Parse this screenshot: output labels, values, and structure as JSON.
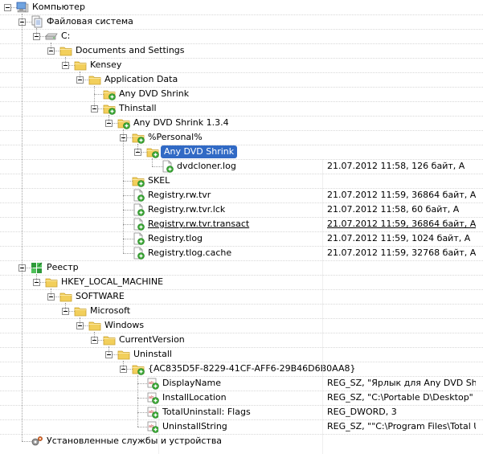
{
  "tree": [
    {
      "label": "Компьютер",
      "icon": "computer-icon",
      "level": 0,
      "expander": true
    },
    {
      "label": "Файловая система",
      "icon": "filesystem-icon",
      "level": 1,
      "expander": true
    },
    {
      "label": "C:",
      "icon": "drive-icon",
      "level": 2,
      "expander": true
    },
    {
      "label": "Documents and Settings",
      "icon": "folder-icon",
      "level": 3,
      "expander": true
    },
    {
      "label": "Kensey",
      "icon": "folder-icon",
      "level": 4,
      "expander": true
    },
    {
      "label": "Application Data",
      "icon": "folder-icon",
      "level": 5,
      "expander": true
    },
    {
      "label": "Any DVD Shrink",
      "icon": "folder-add-icon",
      "level": 6,
      "expander": false
    },
    {
      "label": "Thinstall",
      "icon": "folder-add-icon",
      "level": 6,
      "expander": true
    },
    {
      "label": "Any DVD Shrink 1.3.4",
      "icon": "folder-add-icon",
      "level": 7,
      "expander": true
    },
    {
      "label": "%Personal%",
      "icon": "folder-add-icon",
      "level": 8,
      "expander": true
    },
    {
      "label": "Any DVD Shrink",
      "icon": "folder-add-icon",
      "level": 9,
      "expander": true,
      "selected": true
    },
    {
      "label": "dvdcloner.log",
      "icon": "file-add-icon",
      "level": 10,
      "expander": false,
      "value": "21.07.2012 11:58, 126 байт, A"
    },
    {
      "label": "SKEL",
      "icon": "folder-add-icon",
      "level": 8,
      "expander": false
    },
    {
      "label": "Registry.rw.tvr",
      "icon": "file-add-icon",
      "level": 8,
      "expander": false,
      "value": "21.07.2012 11:59, 36864 байт, A"
    },
    {
      "label": "Registry.rw.tvr.lck",
      "icon": "file-add-icon",
      "level": 8,
      "expander": false,
      "value": "21.07.2012 11:58, 60 байт, A"
    },
    {
      "label": "Registry.rw.tvr.transact",
      "icon": "file-add-icon",
      "level": 8,
      "expander": false,
      "value": "21.07.2012 11:59, 36864 байт, A",
      "underline": true
    },
    {
      "label": "Registry.tlog",
      "icon": "file-add-icon",
      "level": 8,
      "expander": false,
      "value": "21.07.2012 11:59, 1024 байт, A"
    },
    {
      "label": "Registry.tlog.cache",
      "icon": "file-add-icon",
      "level": 8,
      "expander": false,
      "value": "21.07.2012 11:59, 32768 байт, A"
    },
    {
      "label": "Реестр",
      "icon": "registry-icon",
      "level": 1,
      "expander": true
    },
    {
      "label": "HKEY_LOCAL_MACHINE",
      "icon": "folder-icon",
      "level": 2,
      "expander": true
    },
    {
      "label": "SOFTWARE",
      "icon": "folder-icon",
      "level": 3,
      "expander": true
    },
    {
      "label": "Microsoft",
      "icon": "folder-icon",
      "level": 4,
      "expander": true
    },
    {
      "label": "Windows",
      "icon": "folder-icon",
      "level": 5,
      "expander": true
    },
    {
      "label": "CurrentVersion",
      "icon": "folder-icon",
      "level": 6,
      "expander": true
    },
    {
      "label": "Uninstall",
      "icon": "folder-icon",
      "level": 7,
      "expander": true
    },
    {
      "label": "{AC835D5F-8229-41CF-AFF6-29B46D6B0AA8}",
      "icon": "folder-add-icon",
      "level": 8,
      "expander": true
    },
    {
      "label": "DisplayName",
      "icon": "reg-value-add-icon",
      "level": 9,
      "expander": false,
      "value": "REG_SZ, \"Ярлык для Any DVD Shrink\""
    },
    {
      "label": "InstallLocation",
      "icon": "reg-value-add-icon",
      "level": 9,
      "expander": false,
      "value": "REG_SZ, \"C:\\Portable D\\Desktop\""
    },
    {
      "label": "TotalUninstall: Flags",
      "icon": "reg-value-add-icon",
      "level": 9,
      "expander": false,
      "value": "REG_DWORD, 3"
    },
    {
      "label": "UninstallString",
      "icon": "reg-value-add-icon",
      "level": 9,
      "expander": false,
      "value": "REG_SZ, \"\"C:\\Program Files\\Total U..."
    },
    {
      "label": "Установленные службы и устройства",
      "icon": "services-icon",
      "level": 1,
      "expander": false
    }
  ],
  "colors": {
    "folder": "#f2cf5b",
    "folderEdge": "#c9a130",
    "addBadge": "#3aa635",
    "selection": "#316ac5"
  }
}
